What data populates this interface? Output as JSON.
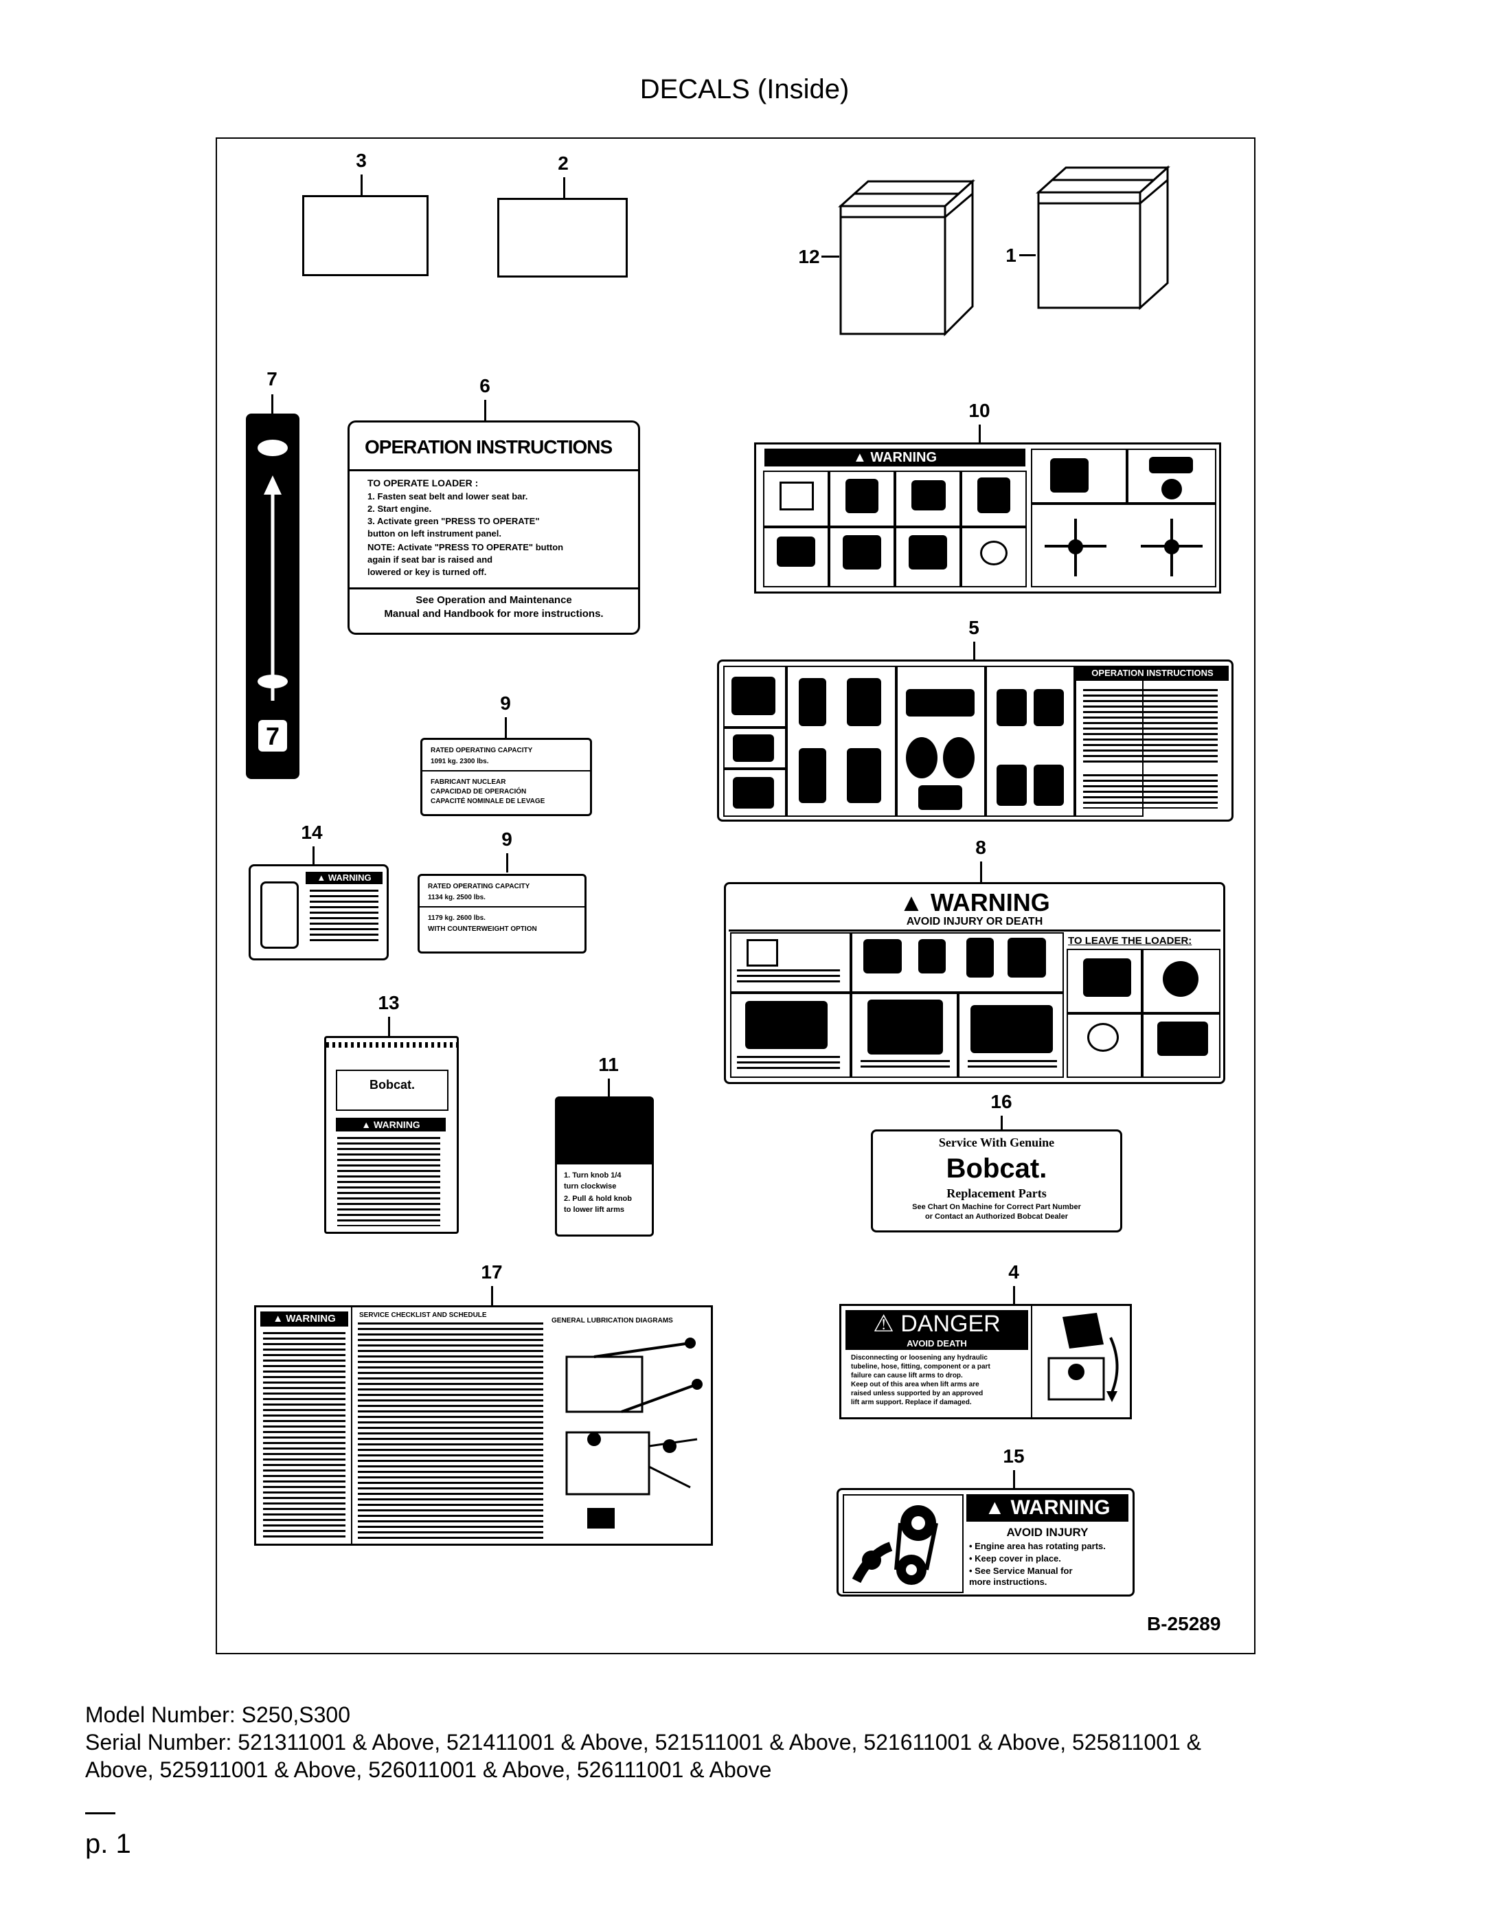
{
  "page_title": "DECALS (Inside)",
  "callouts": [
    "3",
    "2",
    "12",
    "1",
    "7",
    "6",
    "10",
    "5",
    "9",
    "9",
    "14",
    "8",
    "13",
    "11",
    "16",
    "17",
    "4",
    "15"
  ],
  "decal_6": {
    "heading": "OPERATION INSTRUCTIONS",
    "subheading": "TO OPERATE LOADER :",
    "steps": [
      "1.  Fasten seat belt and lower seat bar.",
      "2.  Start engine.",
      "3.  Activate green \"PRESS TO OPERATE\"",
      "     button on left instrument panel."
    ],
    "note": [
      "NOTE:  Activate \"PRESS TO OPERATE\" button",
      "          again if seat bar is raised and",
      "          lowered or key is turned off."
    ],
    "footer": [
      "See Operation and Maintenance",
      "Manual and Handbook for more instructions."
    ]
  },
  "decal_9a": {
    "line1": "RATED OPERATING CAPACITY",
    "line2": "1091 kg.        2300 lbs.",
    "line3": "FABRICANT NUCLEAR",
    "line4": "CAPACIDAD DE OPERACIÓN",
    "line5": "CAPACITÉ NOMINALE DE LEVAGE"
  },
  "decal_9b": {
    "line1": "RATED OPERATING CAPACITY",
    "line2": "1134 kg.        2500 lbs.",
    "line3": "1179 kg.        2600 lbs.",
    "line4": "WITH COUNTERWEIGHT OPTION"
  },
  "decal_10": {
    "heading": "WARNING"
  },
  "decal_5": {
    "heading": "OPERATION INSTRUCTIONS"
  },
  "decal_8": {
    "heading": "WARNING",
    "subheading": "AVOID INJURY OR DEATH",
    "leave_heading": "TO LEAVE THE LOADER:"
  },
  "decal_14": {
    "heading": "WARNING"
  },
  "decal_13": {
    "brand": "Bobcat.",
    "heading": "WARNING"
  },
  "decal_11": {
    "steps": [
      "1.  Turn knob 1/4",
      "     turn clockwise",
      "2.  Pull & hold knob",
      "     to lower lift arms"
    ]
  },
  "decal_16": {
    "line1": "Service With Genuine",
    "brand": "Bobcat.",
    "line2": "Replacement Parts",
    "line3": "See Chart On Machine for Correct Part Number",
    "line4": "or Contact an Authorized Bobcat Dealer"
  },
  "decal_17": {
    "heading": "WARNING",
    "checklist_title": "SERVICE CHECKLIST AND SCHEDULE",
    "diagram_title": "GENERAL LUBRICATION DIAGRAMS"
  },
  "decal_4": {
    "heading": "DANGER",
    "subheading": "AVOID DEATH",
    "bullets": [
      "Disconnecting or loosening any hydraulic",
      "tubeline, hose, fitting, component or a part",
      "failure can cause lift arms to drop.",
      "Keep out of this area when lift arms are",
      "raised unless supported by an approved",
      "lift arm support. Replace if damaged."
    ]
  },
  "decal_15": {
    "heading": "WARNING",
    "subheading": "AVOID INJURY",
    "bullets": [
      "•  Engine area has rotating parts.",
      "•  Keep cover in place.",
      "•  See Service Manual for",
      "    more instructions."
    ]
  },
  "figure_ref": "B-25289",
  "footer": {
    "model": "Model Number: S250,S300",
    "serial_1": "Serial Number: 521311001 & Above, 521411001 & Above, 521511001 & Above, 521611001 & Above, 525811001 &",
    "serial_2": "Above, 525911001 & Above, 526011001 & Above, 526111001 & Above",
    "page": "p. 1"
  }
}
